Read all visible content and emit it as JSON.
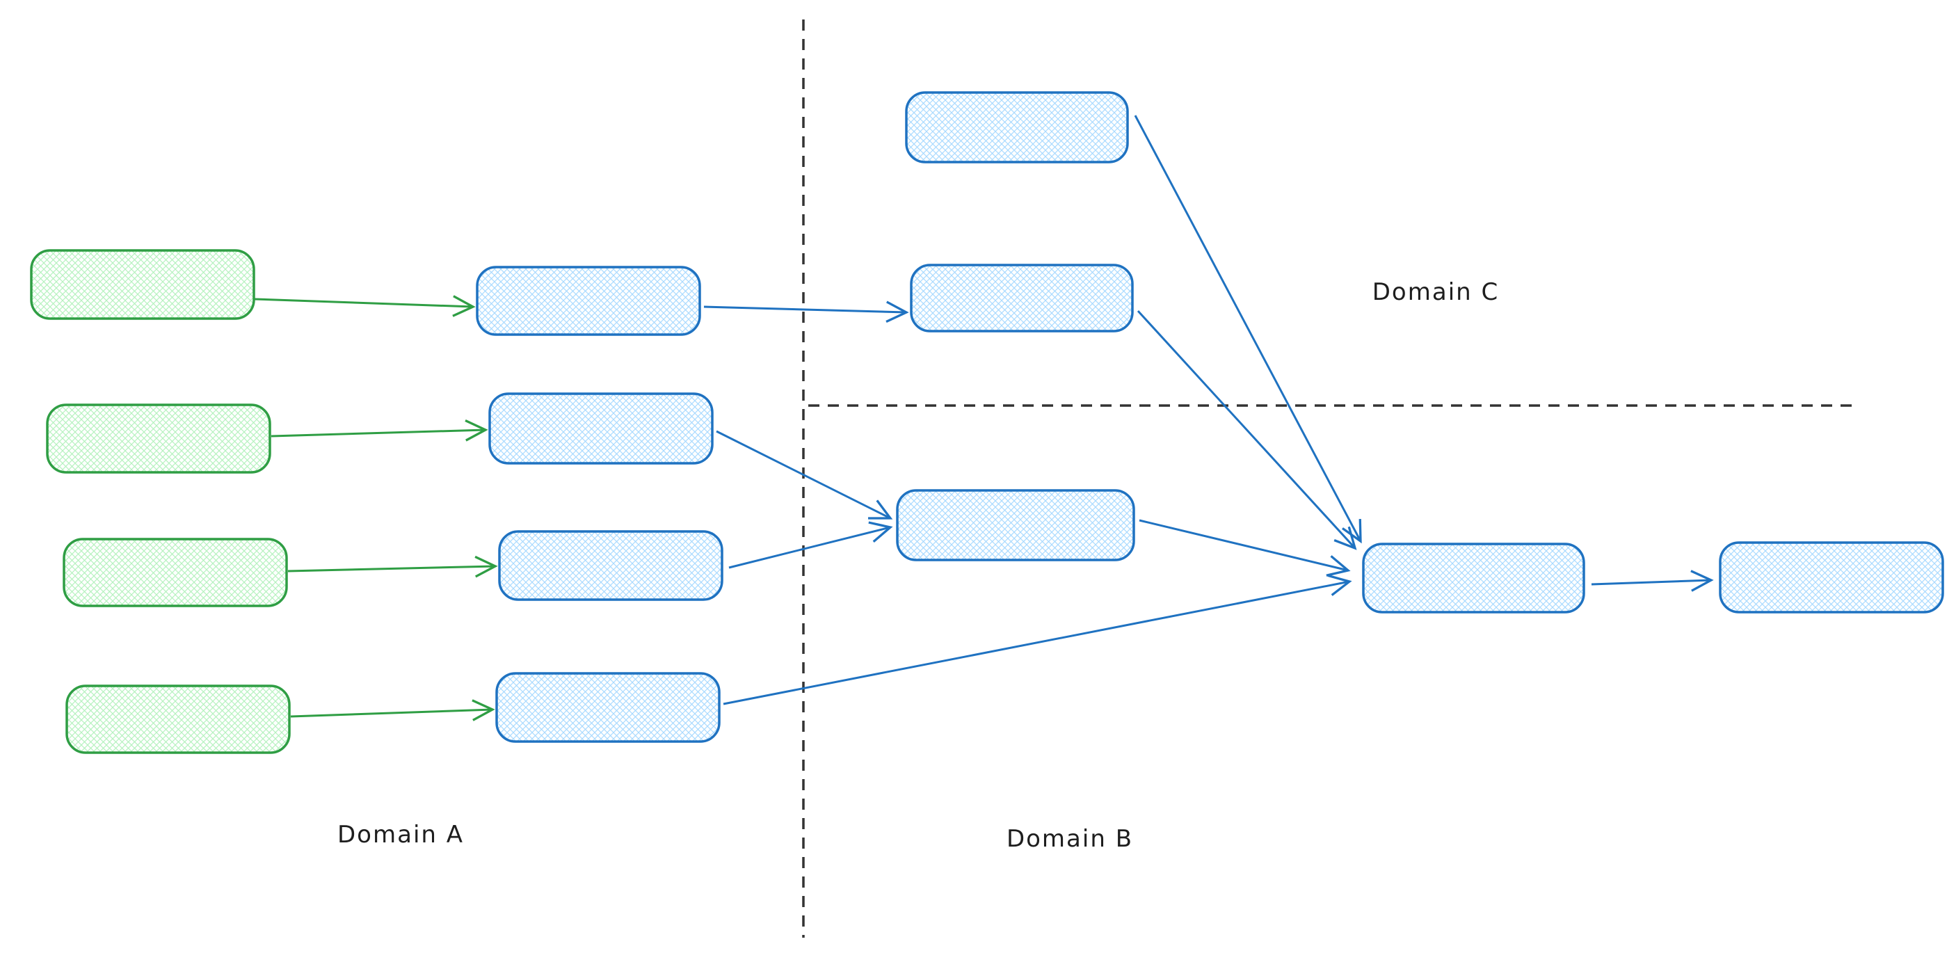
{
  "app": {
    "name": "whiteboard-canvas",
    "background": "#ffffff"
  },
  "labels": {
    "domain_a": "Domain A",
    "domain_b": "Domain B",
    "domain_c": "Domain C"
  },
  "palette": {
    "green_stroke": "#2f9e44",
    "green_hatch": "#b2f2bb",
    "blue_stroke": "#1f72c1",
    "blue_hatch": "#a5d8ff",
    "divider": "#333333",
    "label_text": "#1e1e1e"
  },
  "diagram": {
    "type": "flow",
    "style": "hand-drawn, cross-hatch filled rounded rectangles, open chevron arrowheads, dashed domain dividers",
    "regions": [
      {
        "id": "domain-a",
        "label": "Domain A",
        "area": "left of vertical dashed divider"
      },
      {
        "id": "domain-b",
        "label": "Domain B",
        "area": "right of vertical divider, below horizontal dashed divider"
      },
      {
        "id": "domain-c",
        "label": "Domain C",
        "area": "right of vertical divider, above horizontal dashed divider"
      }
    ],
    "nodes": [
      {
        "id": "a1",
        "shape": "rounded-rect",
        "style": "green",
        "text": "",
        "region": "domain-a"
      },
      {
        "id": "a2",
        "shape": "rounded-rect",
        "style": "green",
        "text": "",
        "region": "domain-a"
      },
      {
        "id": "a3",
        "shape": "rounded-rect",
        "style": "green",
        "text": "",
        "region": "domain-a"
      },
      {
        "id": "a4",
        "shape": "rounded-rect",
        "style": "green",
        "text": "",
        "region": "domain-a"
      },
      {
        "id": "m1",
        "shape": "rounded-rect",
        "style": "blue",
        "text": "",
        "region": "domain-a"
      },
      {
        "id": "m2",
        "shape": "rounded-rect",
        "style": "blue",
        "text": "",
        "region": "domain-a"
      },
      {
        "id": "m3",
        "shape": "rounded-rect",
        "style": "blue",
        "text": "",
        "region": "domain-a"
      },
      {
        "id": "m4",
        "shape": "rounded-rect",
        "style": "blue",
        "text": "",
        "region": "domain-a"
      },
      {
        "id": "c1",
        "shape": "rounded-rect",
        "style": "blue",
        "text": "",
        "region": "domain-c"
      },
      {
        "id": "c2",
        "shape": "rounded-rect",
        "style": "blue",
        "text": "",
        "region": "domain-c"
      },
      {
        "id": "b1",
        "shape": "rounded-rect",
        "style": "blue",
        "text": "",
        "region": "domain-b"
      },
      {
        "id": "hub",
        "shape": "rounded-rect",
        "style": "blue",
        "text": "",
        "region": "domain-b"
      },
      {
        "id": "final",
        "shape": "rounded-rect",
        "style": "blue",
        "text": "",
        "region": "domain-b"
      }
    ],
    "edges": [
      {
        "from": "a1",
        "to": "m1",
        "color": "green"
      },
      {
        "from": "a2",
        "to": "m2",
        "color": "green"
      },
      {
        "from": "a3",
        "to": "m3",
        "color": "green"
      },
      {
        "from": "a4",
        "to": "m4",
        "color": "green"
      },
      {
        "from": "m1",
        "to": "c2",
        "color": "blue"
      },
      {
        "from": "m2",
        "to": "b1",
        "color": "blue"
      },
      {
        "from": "m3",
        "to": "b1",
        "color": "blue"
      },
      {
        "from": "m4",
        "to": "hub",
        "color": "blue"
      },
      {
        "from": "c1",
        "to": "hub",
        "color": "blue"
      },
      {
        "from": "c2",
        "to": "hub",
        "color": "blue"
      },
      {
        "from": "b1",
        "to": "hub",
        "color": "blue"
      },
      {
        "from": "hub",
        "to": "final",
        "color": "blue"
      }
    ]
  }
}
